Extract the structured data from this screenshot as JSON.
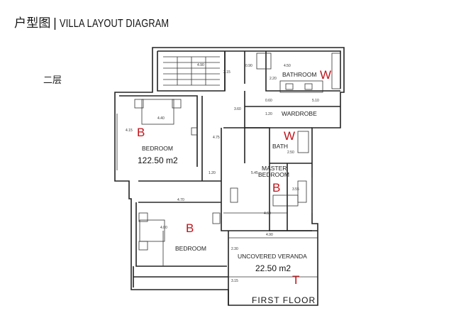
{
  "header": {
    "title_cn": "户型图",
    "separator": "|",
    "title_en": "VILLA LAYOUT DIAGRAM"
  },
  "floor_label_cn": "二层",
  "plan": {
    "caption": "FIRST FLOOR",
    "rooms": [
      {
        "id": "bathroom",
        "label": "BATHROOM",
        "mark": "W"
      },
      {
        "id": "wardrobe",
        "label": "WARDROBE"
      },
      {
        "id": "bath",
        "label": "BATH",
        "mark": "W"
      },
      {
        "id": "bedroom1",
        "label": "BEDROOM",
        "area": "122.50 m2",
        "mark": "B"
      },
      {
        "id": "master",
        "label_line1": "MASTER",
        "label_line2": "BEDROOM",
        "mark": "B"
      },
      {
        "id": "bedroom2",
        "label": "BEDROOM",
        "mark": "B"
      },
      {
        "id": "veranda",
        "label": "UNCOVERED VERANDA",
        "area": "22.50 m2",
        "mark": "T"
      }
    ],
    "dimensions": [
      "4.90",
      "2.15",
      "0.90",
      "4.50",
      "2.20",
      "5.10",
      "0.60",
      "1.20",
      "3.60",
      "4.40",
      "4.15",
      "4.75",
      "2.50",
      "1.20",
      "5.45",
      "3.55",
      "4.70",
      "4.00",
      "4.60",
      "4.90",
      "2.30",
      "3.15"
    ],
    "colors": {
      "walls": "#222222",
      "marks": "#c0141b"
    }
  }
}
